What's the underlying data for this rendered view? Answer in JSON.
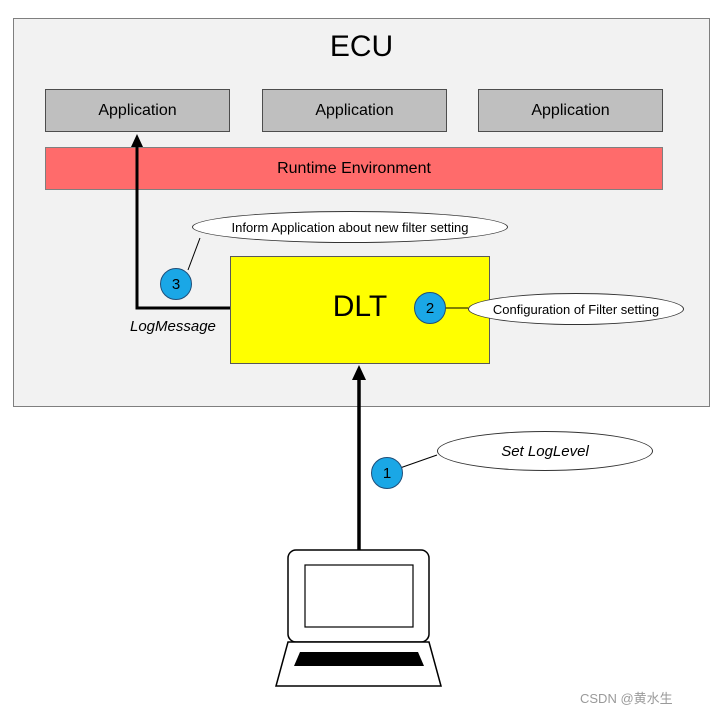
{
  "ecu": {
    "title": "ECU"
  },
  "applications": [
    "Application",
    "Application",
    "Application"
  ],
  "runtime": {
    "label": "Runtime Environment"
  },
  "dlt": {
    "label": "DLT"
  },
  "steps": {
    "one": {
      "number": "1",
      "note": "Set LogLevel"
    },
    "two": {
      "number": "2",
      "note": "Configuration of Filter setting"
    },
    "three": {
      "number": "3",
      "note": "Inform Application about new filter setting"
    }
  },
  "log_message": "LogMessage",
  "watermark": "CSDN @黄水生",
  "colors": {
    "ecu_bg": "#f2f2f2",
    "application_bg": "#bfbfbf",
    "runtime_bg": "#ff6b6b",
    "dlt_bg": "#ffff00",
    "step_circle": "#1aa7e6"
  },
  "icons": {
    "tester": "laptop-icon"
  }
}
